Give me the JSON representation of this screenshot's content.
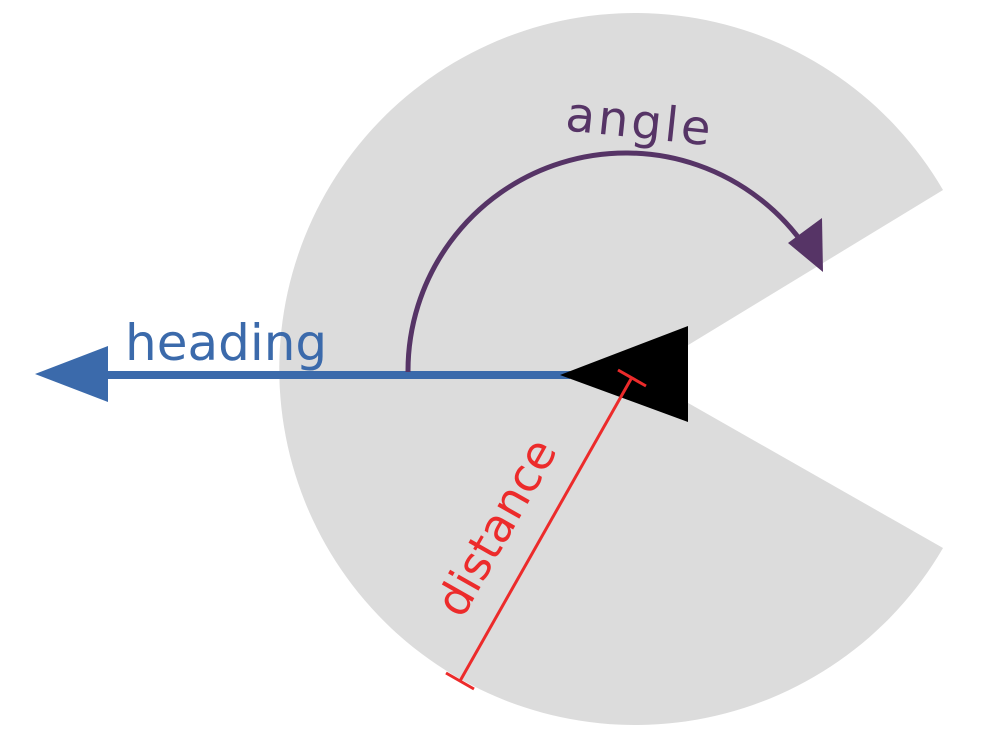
{
  "labels": {
    "heading": "heading",
    "angle": "angle",
    "distance": "distance"
  },
  "colors": {
    "sector": "#dcdcdc",
    "heading": "#3b6aab",
    "angle": "#563466",
    "distance": "#ec2b2b",
    "agent": "#000000"
  }
}
